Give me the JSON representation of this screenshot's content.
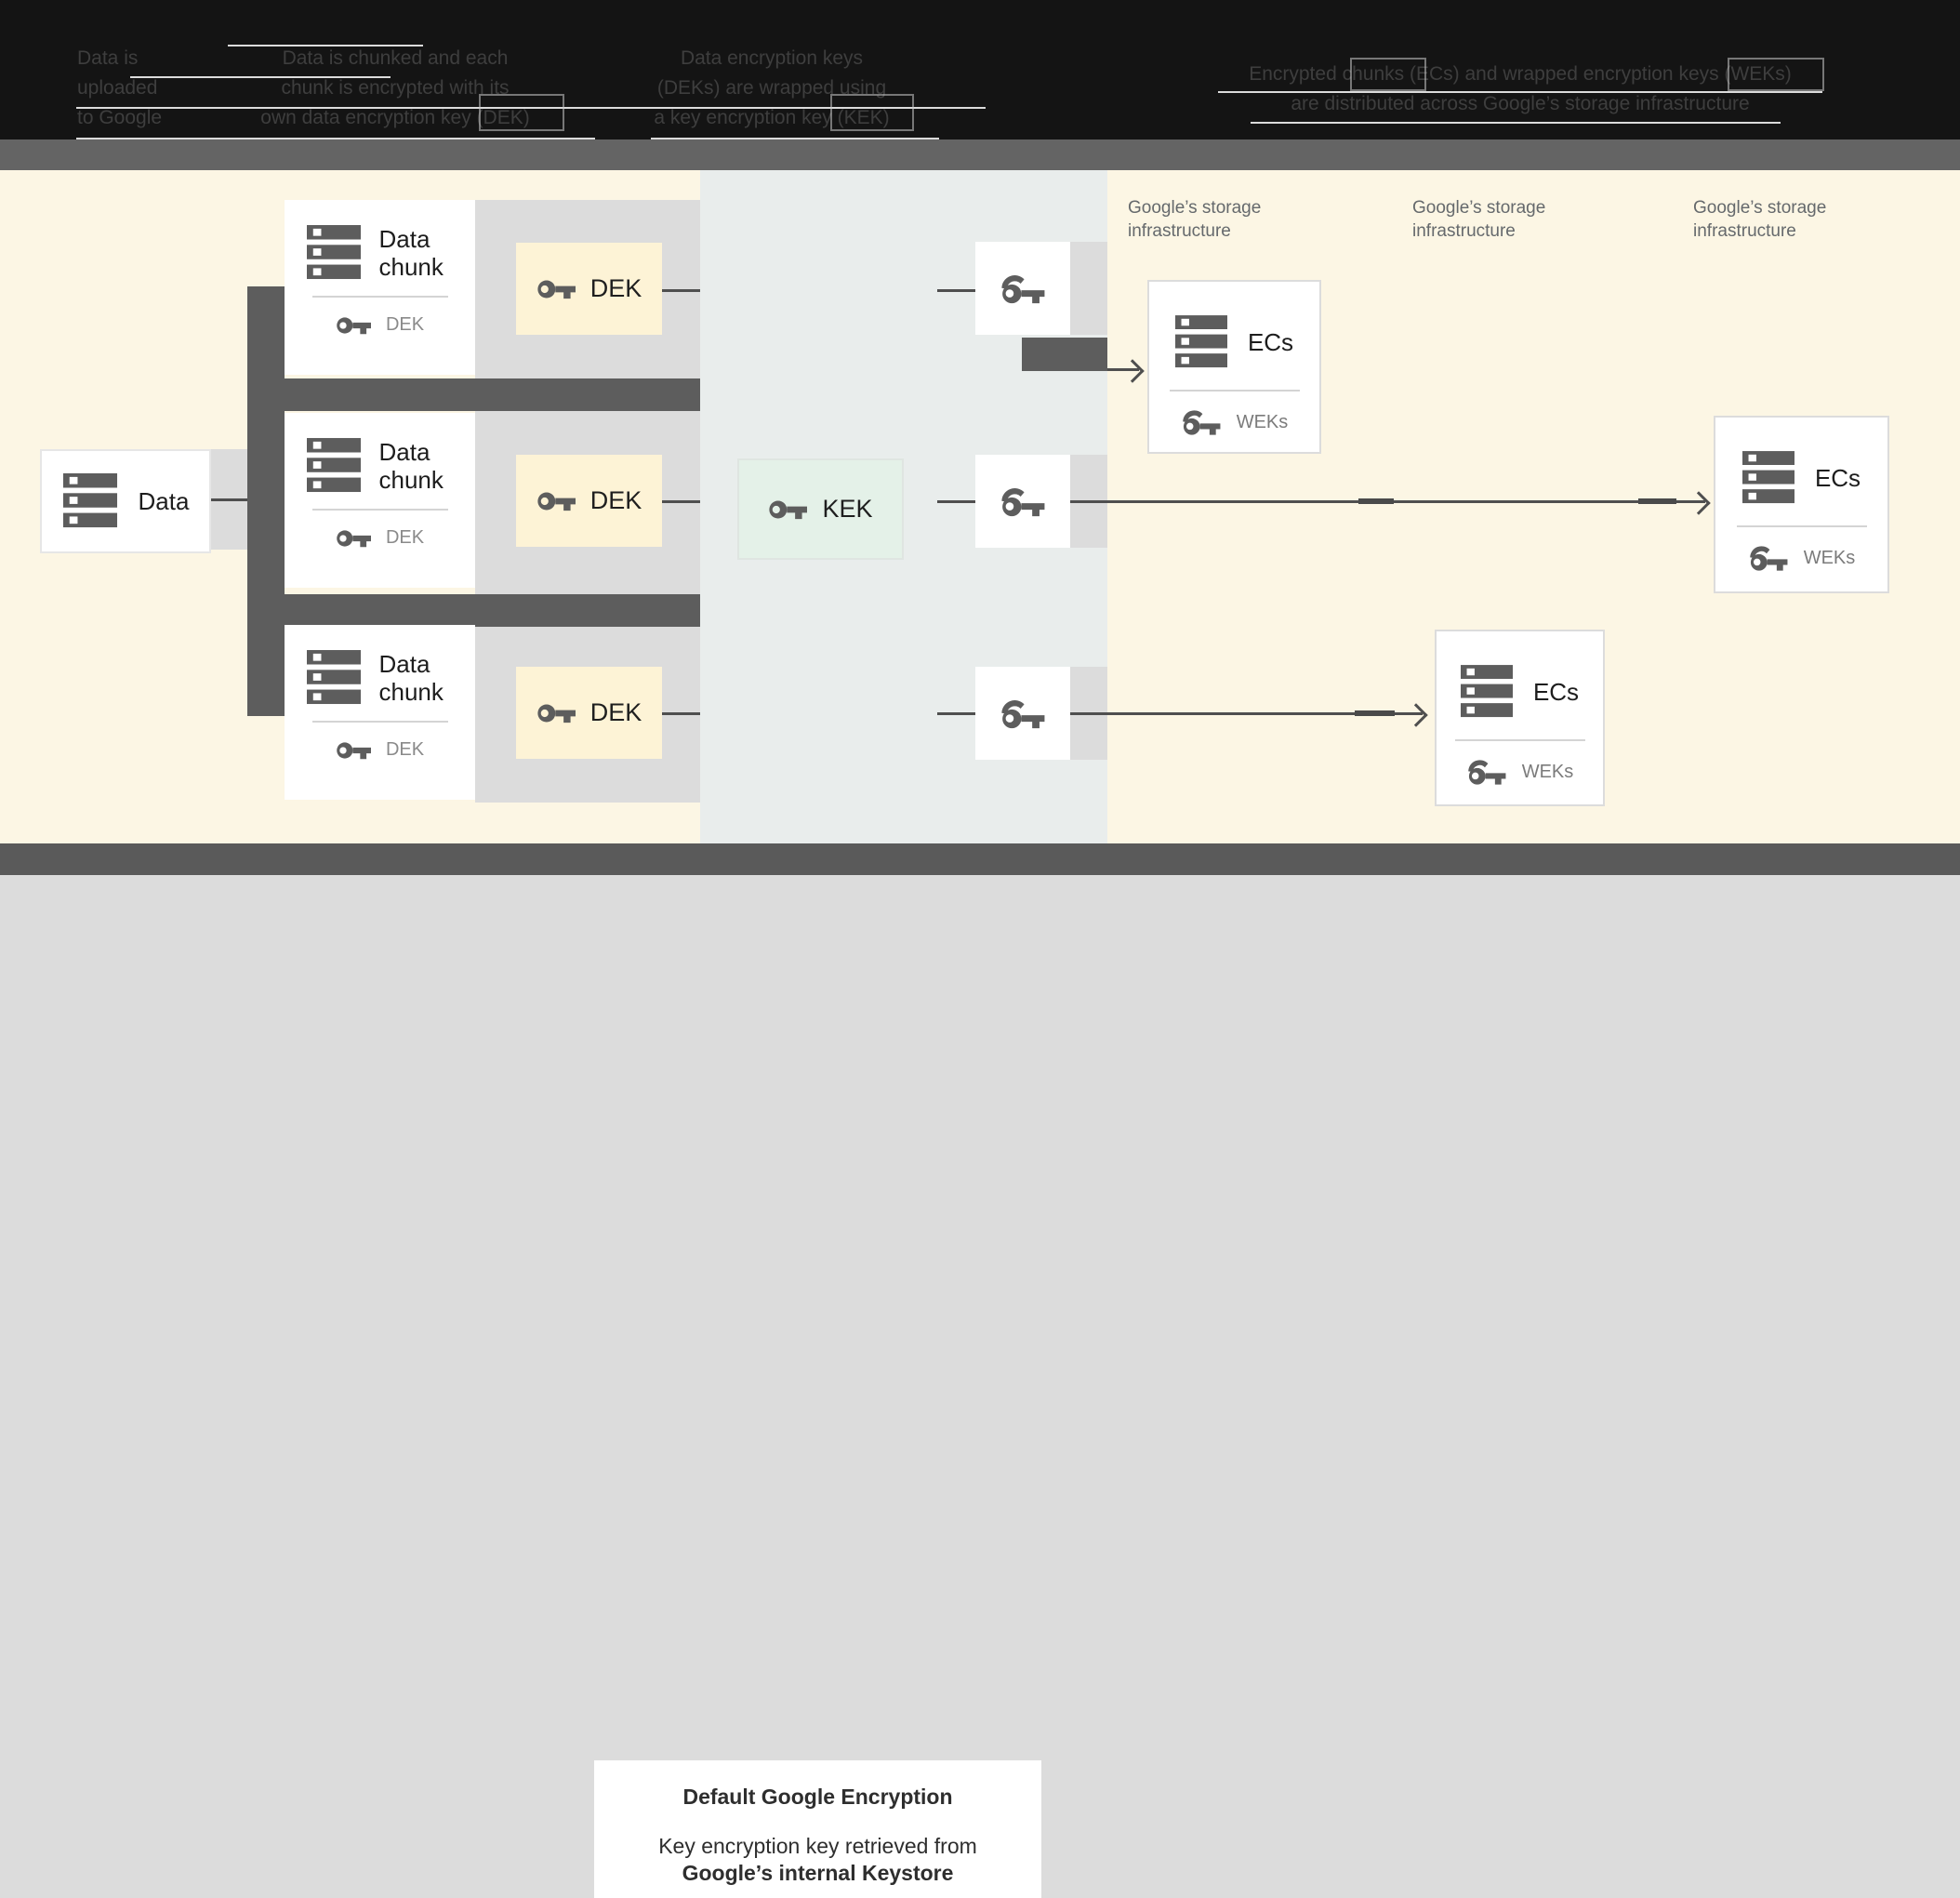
{
  "header": {
    "columns": [
      {
        "lines": [
          "Data is",
          "uploaded",
          "to Google"
        ]
      },
      {
        "lines": [
          "Data is chunked and each",
          "chunk is encrypted with its",
          "own data encryption key (DEK)"
        ]
      },
      {
        "lines": [
          "Data encryption keys",
          "(DEKs) are wrapped using",
          "a key encryption key (KEK)"
        ]
      },
      {
        "lines": [
          "Encrypted chunks (ECs) and wrapped encryption keys (WEKs)",
          "are distributed across Google’s storage infrastructure"
        ]
      }
    ]
  },
  "diagram": {
    "data_box": {
      "label": "Data"
    },
    "chunk_cards": [
      {
        "title": "Data chunk",
        "key_label": "DEK"
      },
      {
        "title": "Data chunk",
        "key_label": "DEK"
      },
      {
        "title": "Data chunk",
        "key_label": "DEK"
      }
    ],
    "dek_boxes": [
      {
        "label": "DEK"
      },
      {
        "label": "DEK"
      },
      {
        "label": "DEK"
      }
    ],
    "kek_box": {
      "label": "KEK"
    },
    "storage_labels": [
      {
        "line1": "Google’s storage",
        "line2": "infrastructure"
      },
      {
        "line1": "Google’s storage",
        "line2": "infrastructure"
      },
      {
        "line1": "Google’s storage",
        "line2": "infrastructure"
      }
    ],
    "ec_cards": [
      {
        "title": "ECs",
        "key_label": "WEKs"
      },
      {
        "title": "ECs",
        "key_label": "WEKs"
      },
      {
        "title": "ECs",
        "key_label": "WEKs"
      }
    ]
  },
  "caption": {
    "title": "Default Google Encryption",
    "line1": "Key encryption key retrieved from",
    "line2": "Google’s internal Keystore"
  },
  "colors": {
    "header_bg": "#141414",
    "band": "#646464",
    "section_cream": "#fcf6e4",
    "section_blue_gray": "#e9edec",
    "track_gray": "#dcdcdc",
    "connector_dark": "#5d5d5d",
    "dek_yellow": "#fdf3d6",
    "kek_green": "#e4f1e8"
  }
}
